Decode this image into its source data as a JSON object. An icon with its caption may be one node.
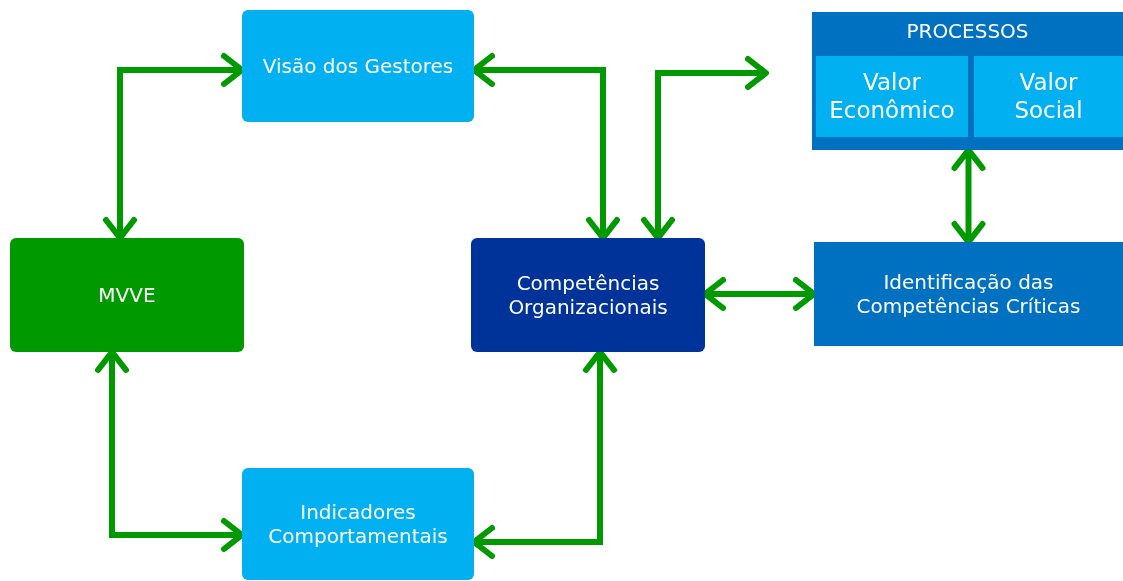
{
  "diagram": {
    "nodes": [
      {
        "text": [
          "Visão dos Gestores"
        ]
      },
      {
        "text": [
          "PROCESSOS"
        ]
      },
      {
        "text": [
          "Valor Econômico"
        ],
        "in": 1
      },
      {
        "text": [
          "Valor Social"
        ],
        "in": 1
      },
      {
        "text": [
          "MVVE"
        ]
      },
      {
        "text": [
          "Competências Organizacionais"
        ]
      },
      {
        "text": [
          "Identificação das Competências Críticas"
        ]
      },
      {
        "text": [
          "Indicadores Comportamentais"
        ]
      }
    ],
    "edges": [
      {
        "from": 4,
        "to": 0,
        "arrow": "both"
      },
      {
        "from": 0,
        "to": 5,
        "arrow": "both"
      },
      {
        "from": 5,
        "to": null,
        "arrow": "both"
      },
      {
        "from": 5,
        "to": 6,
        "arrow": "both"
      },
      {
        "from": 1,
        "to": 6,
        "arrow": "both"
      },
      {
        "from": 4,
        "to": 7,
        "arrow": "both"
      },
      {
        "from": 5,
        "to": 7,
        "arrow": "both"
      }
    ]
  }
}
